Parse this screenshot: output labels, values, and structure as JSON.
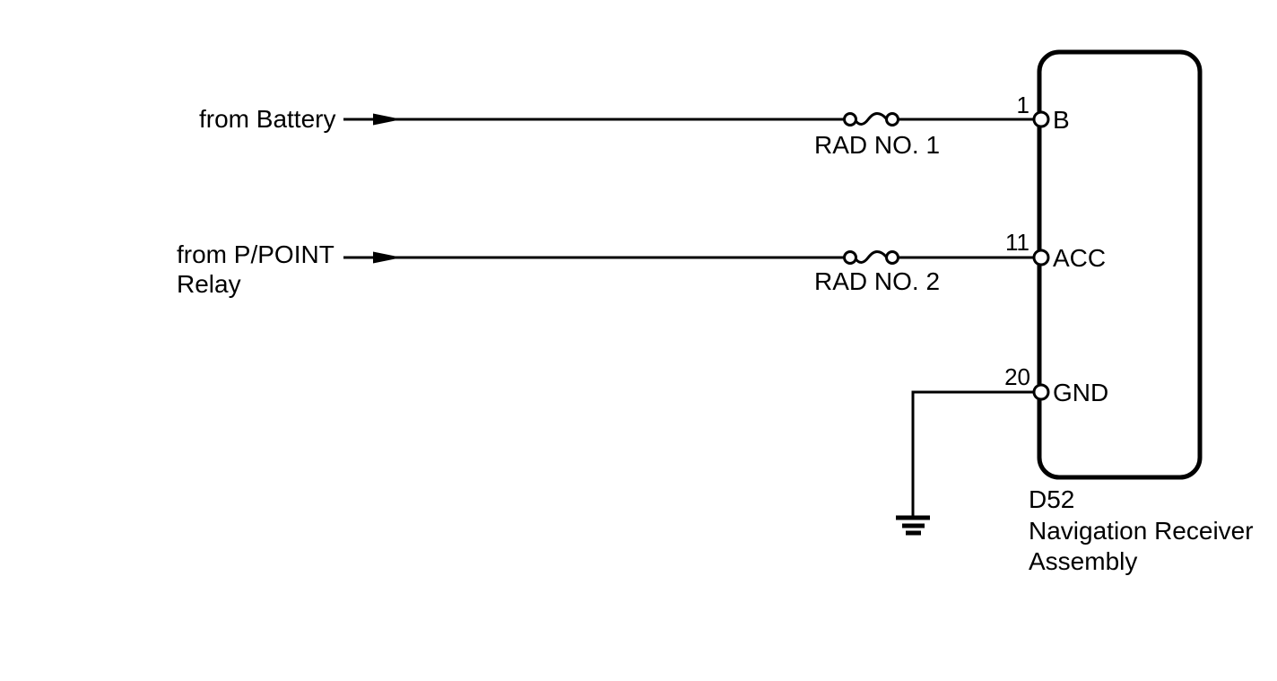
{
  "diagram": {
    "colors": {
      "line": "#000000",
      "background": "#ffffff"
    },
    "component": {
      "code": "D52",
      "name_line1": "Navigation Receiver",
      "name_line2": "Assembly"
    },
    "wire_battery": {
      "source": "from Battery",
      "fuse": "RAD NO. 1",
      "pin_number": "1",
      "pin_label": "B"
    },
    "wire_acc": {
      "source_line1": "from P/POINT",
      "source_line2": "Relay",
      "fuse": "RAD NO. 2",
      "pin_number": "11",
      "pin_label": "ACC"
    },
    "wire_ground": {
      "pin_number": "20",
      "pin_label": "GND",
      "symbol": "ground"
    }
  }
}
